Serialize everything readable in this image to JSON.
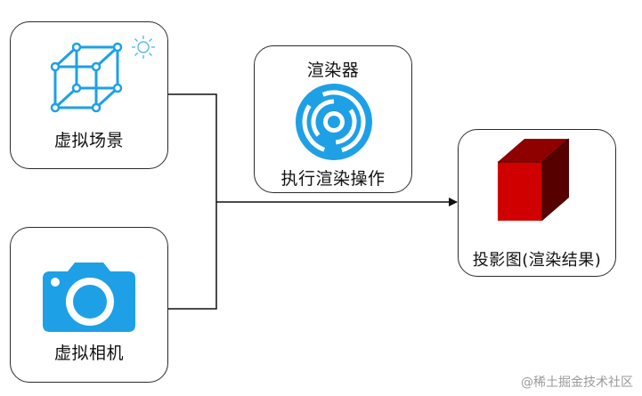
{
  "nodes": {
    "scene": {
      "label": "虚拟场景",
      "icon": "wireframe-cube-icon",
      "accent_icon": "sun-icon"
    },
    "camera": {
      "label": "虚拟相机",
      "icon": "camera-icon"
    },
    "renderer": {
      "title": "渲染器",
      "label": "执行渲染操作",
      "icon": "renderer-swirl-icon"
    },
    "output": {
      "label": "投影图(渲染结果)",
      "icon": "red-cube-icon"
    }
  },
  "colors": {
    "icon_blue": "#1ea0e6",
    "cube_red_front": "#d10000",
    "cube_red_top": "#8f0000",
    "cube_red_side": "#560000",
    "line": "#111111"
  },
  "watermark": "@稀土掘金技术社区"
}
